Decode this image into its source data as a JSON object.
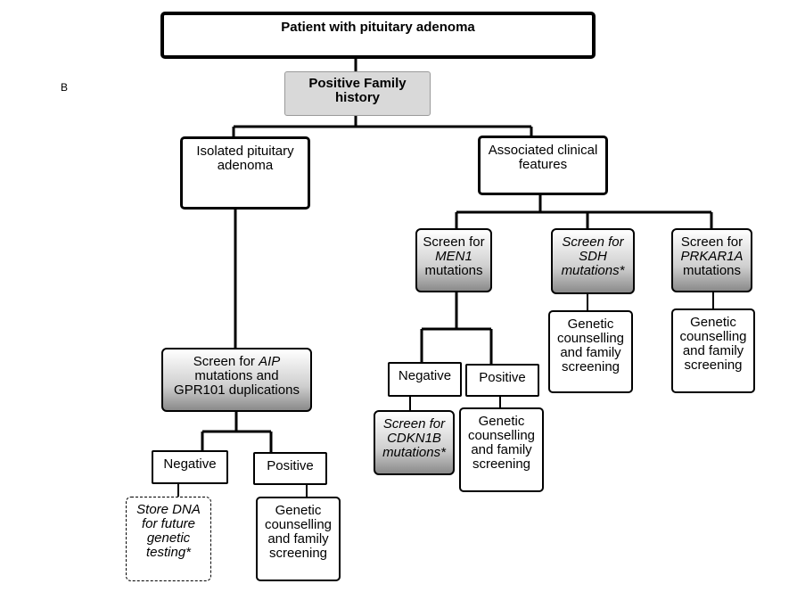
{
  "panel_label": "B",
  "root": {
    "label": "Patient with pituitary adenoma"
  },
  "family_history": {
    "line1": "Positive Family",
    "line2": "history"
  },
  "isolated": {
    "line1": "Isolated pituitary",
    "line2": "adenoma"
  },
  "associated": {
    "line1": "Associated clinical",
    "line2": "features"
  },
  "aip": {
    "prefix": "Screen for ",
    "gene": "AIP",
    "line2": "mutations and",
    "line3": "GPR101 duplications"
  },
  "men1": {
    "line1": "Screen for",
    "gene": "MEN1",
    "line3": "mutations"
  },
  "sdh": {
    "line1": "Screen for",
    "gene": "SDH",
    "line3": "mutations*"
  },
  "prkar1a": {
    "line1": "Screen for",
    "gene": "PRKAR1A",
    "line3": "mutations"
  },
  "men1_negative": {
    "label": "Negative"
  },
  "men1_positive": {
    "label": "Positive"
  },
  "cdkn1b": {
    "line1": "Screen for",
    "line2": "CDKN1B",
    "line3": "mutations*"
  },
  "aip_negative": {
    "label": "Negative"
  },
  "aip_positive": {
    "label": "Positive"
  },
  "store_dna": {
    "line1": "Store DNA",
    "line2": "for future",
    "line3": "genetic",
    "line4": "testing*"
  },
  "counselling": {
    "line1": "Genetic",
    "line2": "counselling",
    "line3": "and family",
    "line4": "screening"
  }
}
